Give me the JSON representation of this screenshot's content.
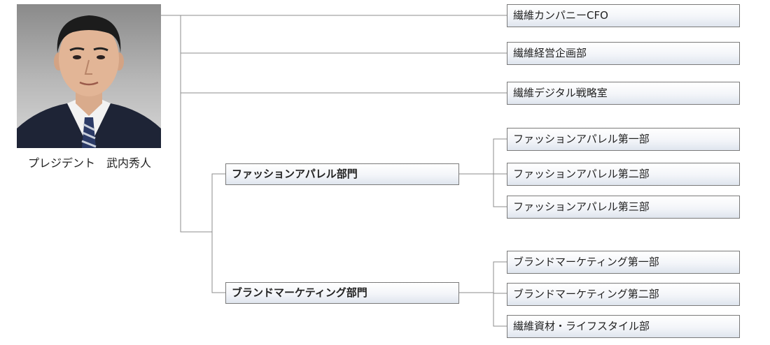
{
  "leader": {
    "caption": "プレジデント　武内秀人",
    "photo_desc": "portrait-photo"
  },
  "direct_units": [
    "繊維カンパニーCFO",
    "繊維経営企画部",
    "繊維デジタル戦略室"
  ],
  "divisions": [
    {
      "name": "ファッションアパレル部門",
      "units": [
        "ファッションアパレル第一部",
        "ファッションアパレル第二部",
        "ファッションアパレル第三部"
      ]
    },
    {
      "name": "ブランドマーケティング部門",
      "units": [
        "ブランドマーケティング第一部",
        "ブランドマーケティング第二部",
        "繊維資材・ライフスタイル部"
      ]
    }
  ],
  "colors": {
    "line": "#8c8c8c",
    "box_border": "#7a7a7a",
    "box_fill_top": "#ffffff",
    "box_fill_bottom": "#dfe5ee"
  }
}
